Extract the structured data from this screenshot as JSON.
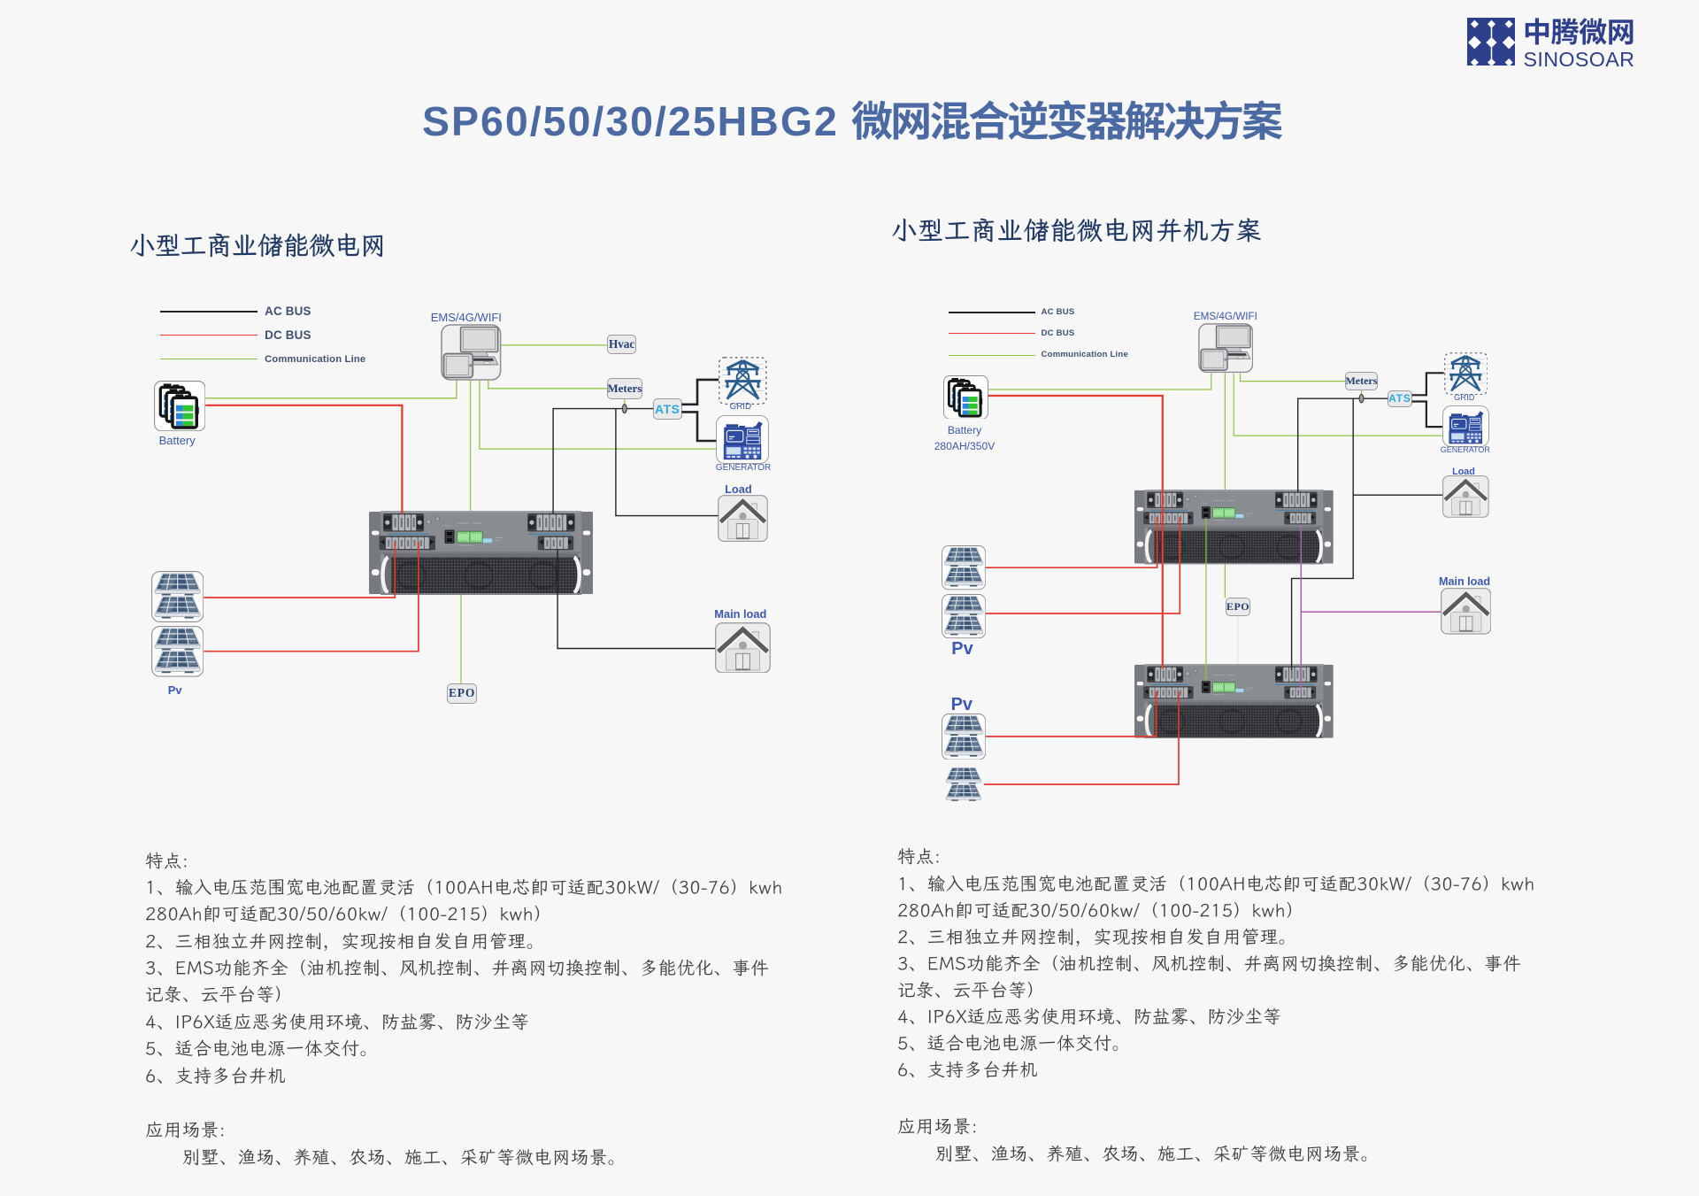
{
  "page": {
    "background": "#f7f7f8"
  },
  "logo": {
    "company_zh": "中腾微网",
    "company_en": "SINOSOAR",
    "navy": "#2e3f8c"
  },
  "title": {
    "latin": "SP60/50/30/25HBG2",
    "zh": "微网混合逆变器解决方案",
    "color": "#4b69a2"
  },
  "legend": {
    "items": [
      {
        "label": "AC BUS",
        "color": "#1d1d1f"
      },
      {
        "label": "DC BUS",
        "color": "#e8392f"
      },
      {
        "label": "Communication Line",
        "color": "#8dc63f"
      }
    ]
  },
  "left": {
    "heading": "小型工商业储能微电网",
    "labels": {
      "battery": "Battery",
      "ems": "EMS/4G/WIFI",
      "hvac": "Hvac",
      "meters": "Meters",
      "ats": "ATS",
      "grid": "GRID",
      "generator": "GENERATOR",
      "load": "Load",
      "main_load": "Main load",
      "pv": "Pv",
      "epo": "EPO"
    }
  },
  "right": {
    "heading": "小型工商业储能微电网并机方案",
    "labels": {
      "battery": "Battery",
      "battery_spec": "280AH/350V",
      "ems": "EMS/4G/WIFI",
      "meters": "Meters",
      "ats": "ATS",
      "grid": "GRID",
      "generator": "GENERATOR",
      "load": "Load",
      "main_load": "Main load",
      "pv1": "Pv",
      "pv2": "Pv",
      "epo": "EPO"
    }
  },
  "features": {
    "heading": "特点:",
    "lines": [
      "1、输入电压范围宽电池配置灵活（100AH电芯即可适配30kW/（30-76）kwh",
      "280Ah即可适配30/50/60kw/（100-215）kwh）",
      "2、三相独立并网控制，实现按相自发自用管理。",
      "3、EMS功能齐全（油机控制、风机控制、并离网切换控制、多能优化、事件",
      "记录、云平台等）",
      "4、IP6X适应恶劣使用环境、防盐雾、防沙尘等",
      "5、适合电池电源一体交付。",
      "6、支持多台并机"
    ],
    "app_heading": "应用场景:",
    "app_line": "别墅、渔场、养殖、农场、施工、采矿等微电网场景。"
  }
}
